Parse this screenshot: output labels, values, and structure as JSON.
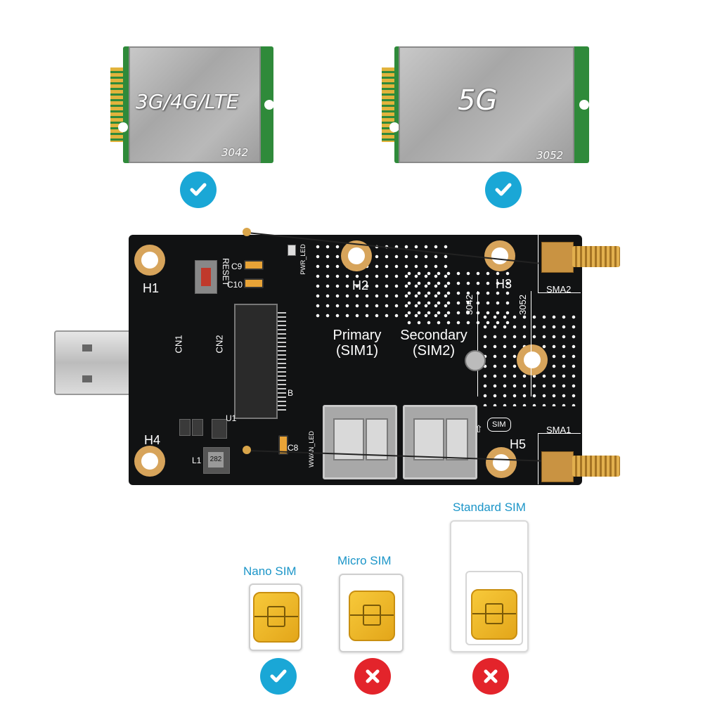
{
  "modules": [
    {
      "label": "3G/4G/LTE",
      "size": "3042",
      "supported": true
    },
    {
      "label": "5G",
      "size": "3052",
      "supported": true
    }
  ],
  "board": {
    "holes": [
      "H1",
      "H2",
      "H3",
      "H4",
      "H5"
    ],
    "connectors": {
      "cn1": "CN1",
      "cn2": "CN2",
      "sma1": "SMA1",
      "sma2": "SMA2"
    },
    "slot_primary": "Primary",
    "slot_primary_sub": "(SIM1)",
    "slot_secondary": "Secondary",
    "slot_secondary_sub": "(SIM2)",
    "size_3042": "3042",
    "size_3052": "3052",
    "reset": "RESET",
    "pwr_led": "PWR_LED",
    "wwan_led": "WWAN_LED",
    "sim_mark": "SIM",
    "parts": {
      "c9": "C9",
      "c10": "C10",
      "c8": "C8",
      "l1": "L1",
      "u1": "U1",
      "b": "B",
      "part_282": "282"
    }
  },
  "sim_types": [
    {
      "label": "Nano SIM",
      "supported": true
    },
    {
      "label": "Micro SIM",
      "supported": false
    },
    {
      "label": "Standard SIM",
      "supported": false
    }
  ],
  "colors": {
    "check": "#1aa7d6",
    "cross": "#e3242b",
    "label_blue": "#1b95c8",
    "board": "#111213"
  },
  "icons": {
    "check": "check-icon",
    "cross": "cross-icon"
  }
}
